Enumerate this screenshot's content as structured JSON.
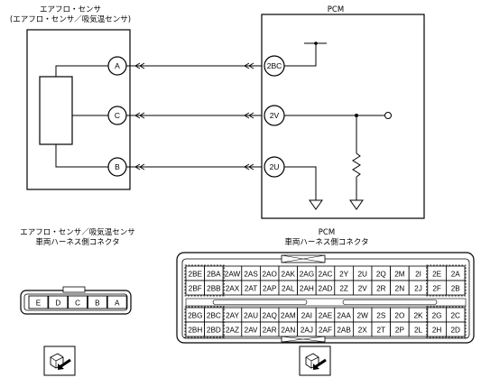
{
  "sensor": {
    "title_line1": "エアフロ・センサ",
    "title_line2": "(エアフロ・センサ／吸気温センサ)",
    "pins": [
      "A",
      "C",
      "B"
    ]
  },
  "pcm": {
    "title": "PCM",
    "pins": [
      "2BC",
      "2V",
      "2U"
    ]
  },
  "sensor_connector": {
    "title_line1": "エアフロ・センサ／吸気温センサ",
    "title_line2": "車両ハーネス側コネクタ",
    "cells": [
      "E",
      "D",
      "C",
      "B",
      "A"
    ]
  },
  "pcm_connector": {
    "title_line1": "PCM",
    "title_line2": "車両ハーネス側コネクタ",
    "upper_rows": [
      [
        "2BE",
        "2BA",
        "2AW",
        "2AS",
        "2AO",
        "2AK",
        "2AG",
        "2AC",
        "2Y",
        "2U",
        "2Q",
        "2M",
        "2I",
        "2E",
        "2A"
      ],
      [
        "2BF",
        "2BB",
        "2AX",
        "2AT",
        "2AP",
        "2AL",
        "2AH",
        "2AD",
        "2Z",
        "2V",
        "2R",
        "2N",
        "2J",
        "2F",
        "2B"
      ]
    ],
    "lower_rows": [
      [
        "2BG",
        "2BC",
        "2AY",
        "2AU",
        "2AQ",
        "2AM",
        "2AI",
        "2AE",
        "2AA",
        "2W",
        "2S",
        "2O",
        "2K",
        "2G",
        "2C"
      ],
      [
        "2BH",
        "2BD",
        "2AZ",
        "2AV",
        "2AR",
        "2AN",
        "2AJ",
        "2AF",
        "2AB",
        "2X",
        "2T",
        "2P",
        "2L",
        "2H",
        "2D"
      ]
    ]
  }
}
